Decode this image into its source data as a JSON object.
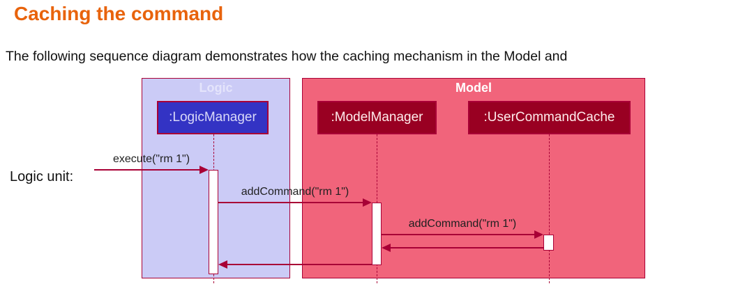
{
  "header": {
    "title": "Caching the command",
    "color": "#E8630C"
  },
  "intro": {
    "text": "The following sequence diagram demonstrates how the caching mechanism in the Model and"
  },
  "side_label": {
    "text": "Logic unit:"
  },
  "diagram": {
    "type": "uml-sequence",
    "arrow_color": "#A80036",
    "frames": {
      "logic": {
        "title": "Logic",
        "fill": "#CBCBF6",
        "border": "#A80036"
      },
      "model": {
        "title": "Model",
        "fill": "#F1647B",
        "border": "#A80036"
      }
    },
    "participants": [
      {
        "name": ":LogicManager",
        "frame": "Logic",
        "fill": "#3333C4",
        "text_color": "#D9D9F8"
      },
      {
        "name": ":ModelManager",
        "frame": "Model",
        "fill": "#990022",
        "text_color": "#FFECEC"
      },
      {
        "name": ":UserCommandCache",
        "frame": "Model",
        "fill": "#990022",
        "text_color": "#FFECEC"
      }
    ],
    "messages": [
      {
        "from": "external",
        "to": ":LogicManager",
        "label": "execute(\"rm 1\")",
        "kind": "call"
      },
      {
        "from": ":LogicManager",
        "to": ":ModelManager",
        "label": "addCommand(\"rm 1\")",
        "kind": "call"
      },
      {
        "from": ":ModelManager",
        "to": ":UserCommandCache",
        "label": "addCommand(\"rm 1\")",
        "kind": "call"
      },
      {
        "from": ":UserCommandCache",
        "to": ":ModelManager",
        "label": "",
        "kind": "return"
      },
      {
        "from": ":ModelManager",
        "to": ":LogicManager",
        "label": "",
        "kind": "return"
      }
    ]
  }
}
